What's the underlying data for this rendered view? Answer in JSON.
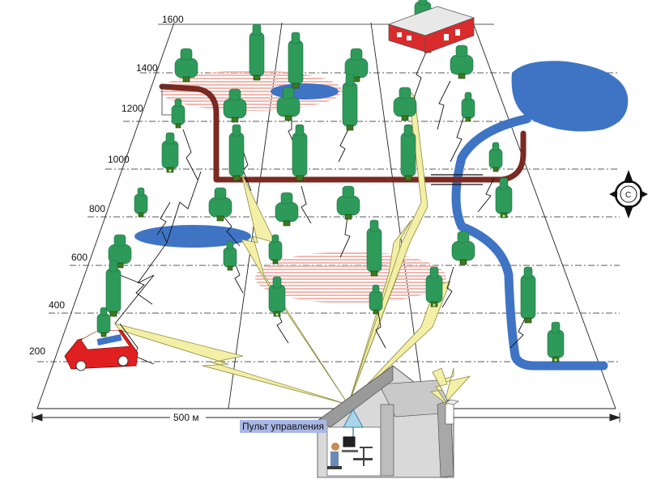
{
  "distance_marks": [
    "1600",
    "1400",
    "1200",
    "1000",
    "800",
    "600",
    "400",
    "200"
  ],
  "width_label": "500 м",
  "control_panel_label": "Пульт управления",
  "compass_letter": "С",
  "colors": {
    "tree": "#2e9a5a",
    "tree_pot": "#3c7a1e",
    "road": "#7a2a22",
    "water": "#3f74c4",
    "signal": "#f3efa6",
    "zone": "#f2b7b0",
    "car": "#e02020",
    "house_wall": "#bfbfbf"
  },
  "icons": [
    "tree-icon",
    "compass-icon",
    "car-icon",
    "antenna-icon",
    "operator-icon",
    "building-icon",
    "lightning-icon"
  ]
}
